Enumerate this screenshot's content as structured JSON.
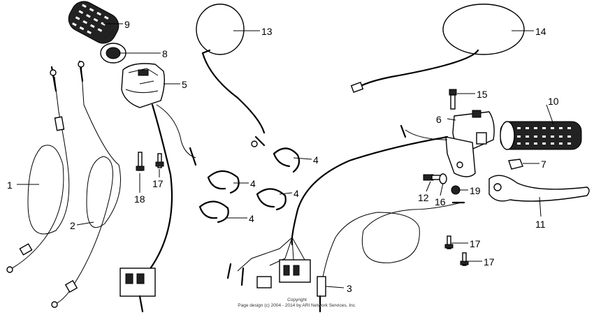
{
  "diagram": {
    "callouts": [
      {
        "id": "c9",
        "label": "9"
      },
      {
        "id": "c8",
        "label": "8"
      },
      {
        "id": "c13",
        "label": "13"
      },
      {
        "id": "c14",
        "label": "14"
      },
      {
        "id": "c5",
        "label": "5"
      },
      {
        "id": "c15",
        "label": "15"
      },
      {
        "id": "c10",
        "label": "10"
      },
      {
        "id": "c6",
        "label": "6"
      },
      {
        "id": "c4a",
        "label": "4"
      },
      {
        "id": "c4b",
        "label": "4"
      },
      {
        "id": "c4c",
        "label": "4"
      },
      {
        "id": "c4d",
        "label": "4"
      },
      {
        "id": "c7",
        "label": "7"
      },
      {
        "id": "c1",
        "label": "1"
      },
      {
        "id": "c18",
        "label": "18"
      },
      {
        "id": "c17a",
        "label": "17"
      },
      {
        "id": "c12",
        "label": "12"
      },
      {
        "id": "c19",
        "label": "19"
      },
      {
        "id": "c16",
        "label": "16"
      },
      {
        "id": "c2",
        "label": "2"
      },
      {
        "id": "c11",
        "label": "11"
      },
      {
        "id": "c17b",
        "label": "17"
      },
      {
        "id": "c17c",
        "label": "17"
      },
      {
        "id": "c3",
        "label": "3"
      }
    ],
    "copyright_line1": "Copyright",
    "copyright_line2": "Page design (c) 2004 - 2014 by ARI Network Services, Inc."
  }
}
